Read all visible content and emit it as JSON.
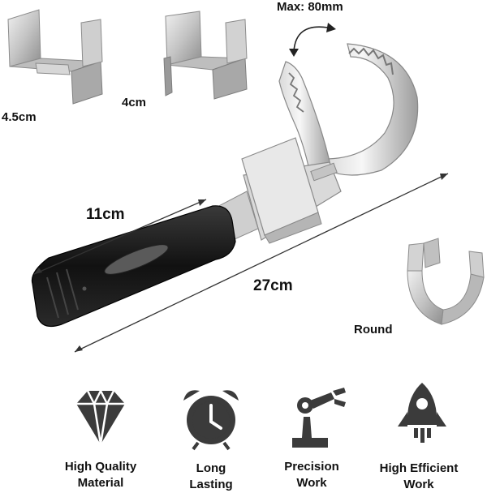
{
  "labels": {
    "max_opening": "Max: 80mm",
    "clip_small": "4.5cm",
    "clip_medium": "4cm",
    "handle_length": "11cm",
    "total_length": "27cm",
    "clip_round": "Round"
  },
  "features": [
    {
      "icon": "diamond-icon",
      "line1": "High Quality",
      "line2": "Material"
    },
    {
      "icon": "alarm-clock-icon",
      "line1": "Long",
      "line2": "Lasting"
    },
    {
      "icon": "robot-arm-icon",
      "line1": "Precision",
      "line2": "Work"
    },
    {
      "icon": "rocket-icon",
      "line1": "High Efficient",
      "line2": "Work"
    }
  ],
  "colors": {
    "metal_light": "#e4e4e4",
    "metal_mid": "#b9b9b9",
    "metal_dark": "#8a8a8a",
    "handle": "#1a1a1a",
    "icon_dark": "#3b3b3b"
  }
}
